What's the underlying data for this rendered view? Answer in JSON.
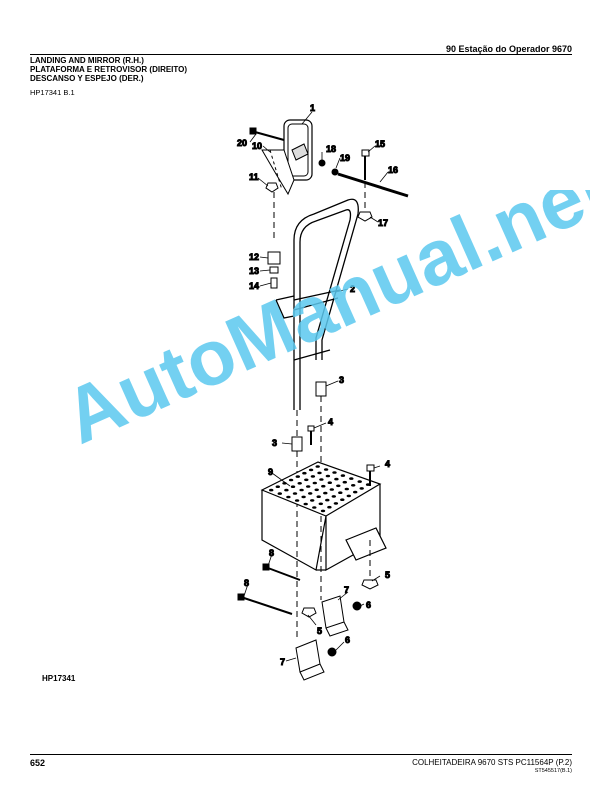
{
  "header": {
    "section": "90 Estação do Operador 9670"
  },
  "titles": [
    "LANDING AND MIRROR (R.H.)",
    "PLATAFORMA E RETROVISOR (DIREITO)",
    "DESCANSO Y ESPEJO (DER.)"
  ],
  "figure_ref": "HP17341 B.1",
  "figure_id": "HP17341",
  "watermark": "AutoManual.net",
  "callouts": {
    "c1": "1",
    "c2": "2",
    "c3a": "3",
    "c3b": "3",
    "c4a": "4",
    "c4b": "4",
    "c5a": "5",
    "c5b": "5",
    "c6a": "6",
    "c6b": "6",
    "c7a": "7",
    "c7b": "7",
    "c8a": "8",
    "c8b": "8",
    "c9": "9",
    "c10": "10",
    "c11": "11",
    "c12": "12",
    "c13": "13",
    "c14": "14",
    "c15": "15",
    "c16": "16",
    "c17": "17",
    "c18": "18",
    "c19": "19",
    "c20": "20"
  },
  "footer": {
    "page_number": "652",
    "title": "COLHEITADEIRA 9670 STS    PC11564P    (P.2)",
    "code": "ST545517(B.1)"
  },
  "colors": {
    "watermark": "#5bc8ef",
    "linework": "#000000"
  }
}
